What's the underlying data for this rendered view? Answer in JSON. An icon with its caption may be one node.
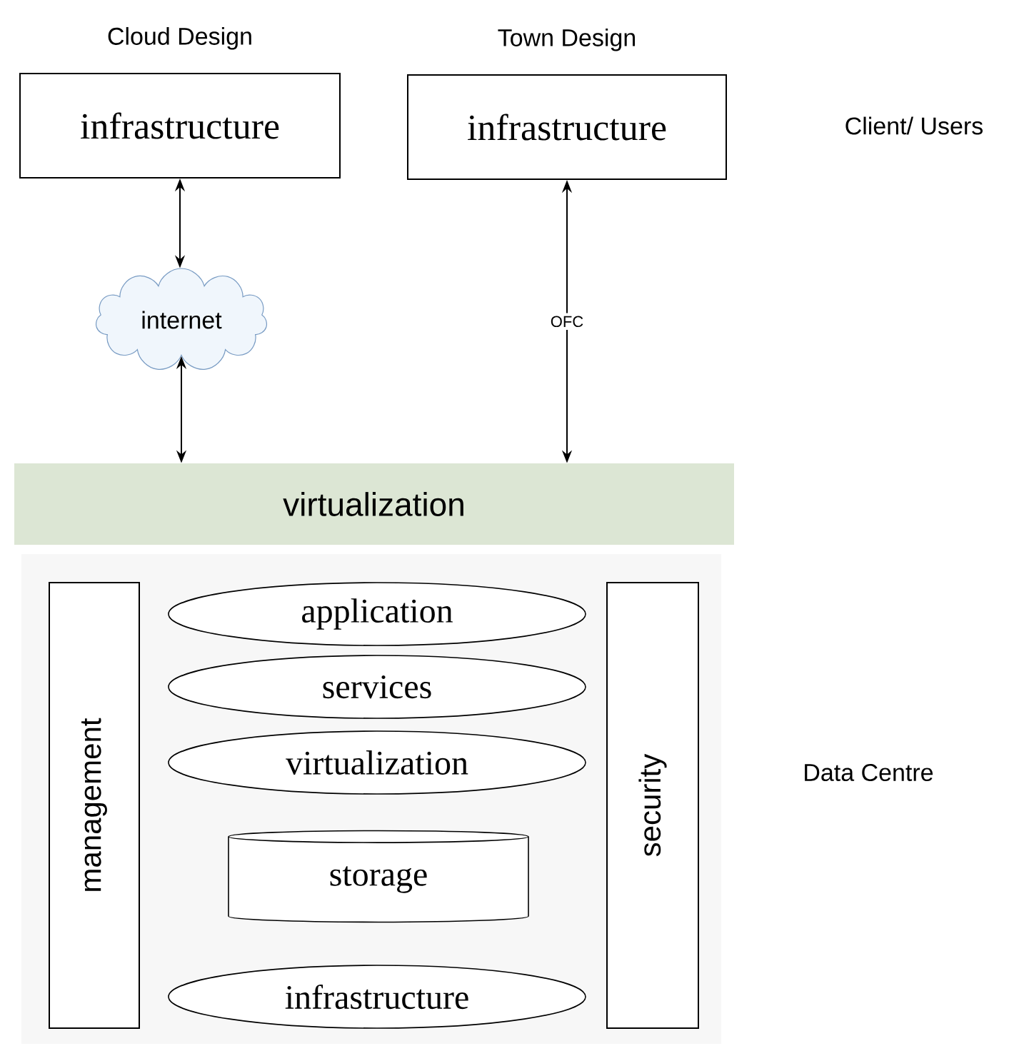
{
  "diagram": {
    "nodes": [
      {
        "text": [
          "Cloud Design",
          "infrastructure"
        ]
      },
      {
        "text": [
          "Town Design",
          "infrastructure"
        ]
      },
      {
        "text": [
          "internet"
        ]
      },
      {
        "text": [
          "virtualization"
        ]
      },
      {
        "text": [
          "management"
        ]
      },
      {
        "text": [
          "application"
        ]
      },
      {
        "text": [
          "services"
        ]
      },
      {
        "text": [
          "virtualization"
        ]
      },
      {
        "text": [
          "storage"
        ]
      },
      {
        "text": [
          "infrastructure"
        ]
      },
      {
        "text": [
          "security"
        ]
      }
    ],
    "edges": [
      {
        "from": 0,
        "to": 2,
        "arrow": "both"
      },
      {
        "from": 2,
        "to": 3,
        "arrow": "both"
      },
      {
        "from": 1,
        "to": 3,
        "arrow": "both",
        "label": "OFC"
      }
    ],
    "labels": [
      "Client/ Users",
      "Data Centre"
    ]
  }
}
